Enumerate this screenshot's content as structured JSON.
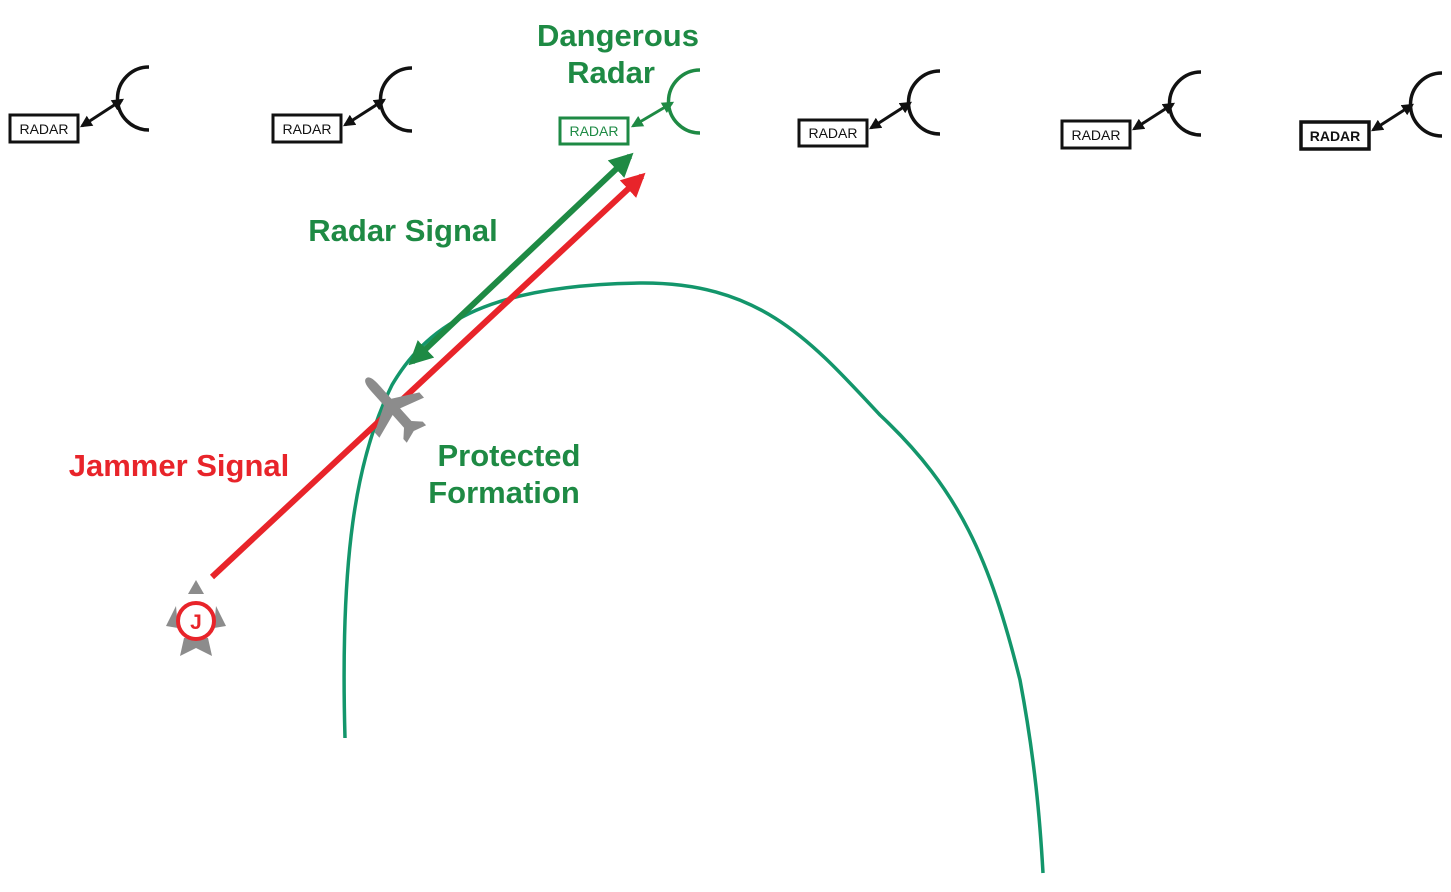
{
  "colors": {
    "green": "#1e8a44",
    "path_green": "#13966b",
    "red": "#e8242a",
    "black": "#111111",
    "aircraft_gray": "#8c8c8c"
  },
  "radars": [
    {
      "label": "RADAR",
      "status": "normal"
    },
    {
      "label": "RADAR",
      "status": "normal"
    },
    {
      "label": "RADAR",
      "status": "dangerous"
    },
    {
      "label": "RADAR",
      "status": "normal"
    },
    {
      "label": "RADAR",
      "status": "normal"
    },
    {
      "label": "RADAR",
      "status": "normal"
    }
  ],
  "labels": {
    "dangerous_radar_line1": "Dangerous",
    "dangerous_radar_line2": "Radar",
    "radar_signal": "Radar Signal",
    "jammer_signal": "Jammer Signal",
    "protected_formation_line1": "Protected",
    "protected_formation_line2": "Formation",
    "jammer_badge": "J"
  },
  "icons": {
    "radar_dish": "radar-dish-icon",
    "protected_aircraft": "airplane-icon",
    "jammer_aircraft": "jammer-aircraft-icon"
  }
}
